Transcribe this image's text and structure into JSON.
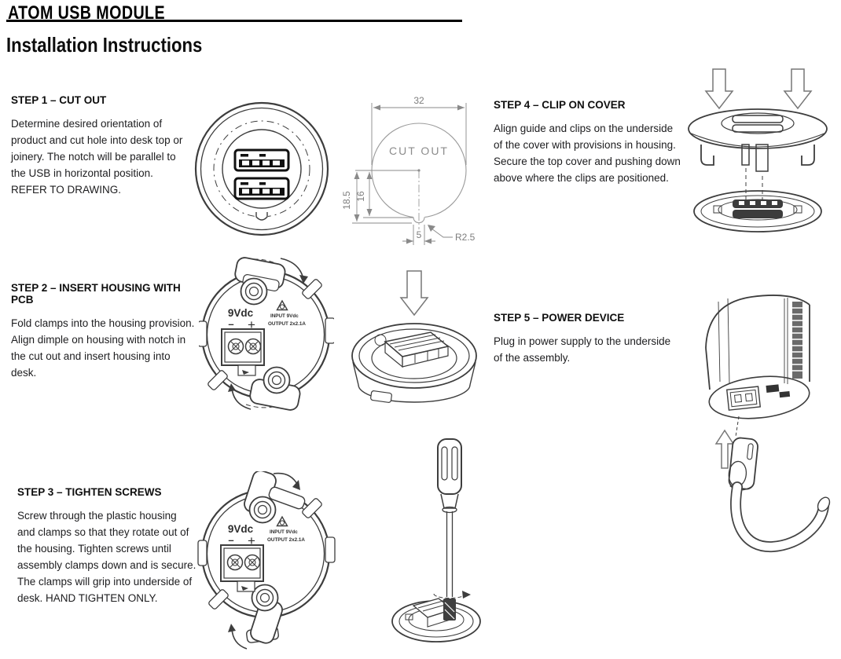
{
  "header": {
    "title": "ATOM USB MODULE",
    "subtitle": "Installation Instructions"
  },
  "steps": {
    "step1": {
      "heading": "STEP 1 – CUT OUT",
      "body": "Determine desired orientation of product and cut hole into desk top or joinery. The notch will be parallel to the USB in horizontal position. REFER TO DRAWING."
    },
    "step2": {
      "heading": "STEP 2 – INSERT HOUSING WITH PCB",
      "body": "Fold clamps into the housing provision. Align dimple on housing with notch in the cut out and insert housing into desk."
    },
    "step3": {
      "heading": "STEP 3 – TIGHTEN SCREWS",
      "body": "Screw through the plastic housing and clamps so that they rotate out of the housing.  Tighten screws until assembly clamps down and is secure. The clamps will grip into underside of desk.  HAND TIGHTEN ONLY."
    },
    "step4": {
      "heading": "STEP 4 – CLIP ON COVER",
      "body": "Align guide and clips on the underside of the cover with provisions in housing. Secure the top cover and pushing down above where the clips are positioned."
    },
    "step5": {
      "heading": "STEP 5 – POWER DEVICE",
      "body": "Plug in power supply to the underside of the assembly."
    }
  },
  "cutout_drawing": {
    "diameter": "32",
    "label": "CUT OUT",
    "depth_to_notch": "18.5",
    "depth_to_circle": "16",
    "notch_width": "5",
    "notch_radius": "R2.5"
  },
  "housing_labels": {
    "voltage": "9Vdc",
    "minus": "–",
    "plus": "+",
    "input": "INPUT  9Vdc",
    "output": "OUTPUT 2x2.1A"
  },
  "colors": {
    "ink": "#1d1d1f",
    "drawing_line": "#3d3d3d",
    "dimension_gray": "#8a8a8a"
  }
}
